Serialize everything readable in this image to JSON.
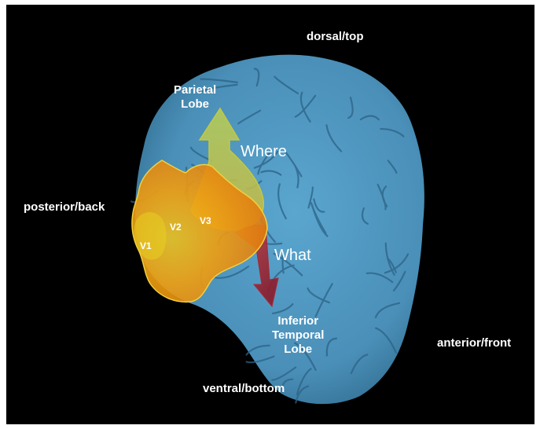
{
  "labels": {
    "dorsal": "dorsal/top",
    "posterior": "posterior/back",
    "anterior": "anterior/front",
    "ventral": "ventral/bottom",
    "parietal": "Parietal\nLobe",
    "inferior_temporal": "Inferior\nTemporal\nLobe"
  },
  "streams": {
    "where": "Where",
    "what": "What"
  },
  "areas": {
    "v1": "V1",
    "v2": "V2",
    "v3": "V3"
  },
  "colors": {
    "background": "#000000",
    "brain": "#4f9ac2",
    "visual_cortex": "#f0900e",
    "where_arrow": "#a8c848",
    "what_arrow": "#a82838",
    "text": "#ffffff"
  }
}
